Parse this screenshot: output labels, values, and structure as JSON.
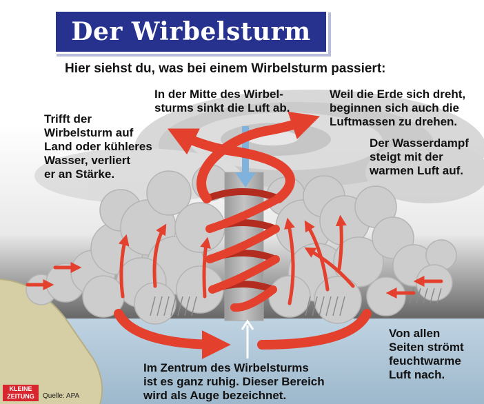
{
  "title": "Der Wirbelsturm",
  "subtitle": "Hier siehst du, was bei einem Wirbelsturm passiert:",
  "labels": {
    "center_sink": "In der Mitte des Wirbel-\nsturms sinkt die Luft ab.",
    "earth_rotates": "Weil die Erde sich dreht,\nbeginnen sich auch die\nLuftmassen zu drehen.",
    "land_weakens": "Trifft der\nWirbelsturm auf\nLand oder kühleres\nWasser, verliert\ner an Stärke.",
    "vapor_rises": "Der Wasserdampf\nsteigt mit der\nwarmen Luft auf.",
    "inflow": "Von allen\nSeiten strömt\nfeuchtwarme\nLuft nach.",
    "eye_calm": "Im Zentrum des Wirbelsturms\nist es ganz ruhig. Dieser Bereich\nwird als Auge bezeichnet."
  },
  "logo": {
    "line1": "KLEINE",
    "line2": "ZEITUNG"
  },
  "source": "Quelle: APA",
  "colors": {
    "title_bg": "#26328e",
    "arrow_red": "#e3402e",
    "downdraft_blue": "#7fb2dc",
    "sea": "#a9c3d6",
    "land": "#d6cfa6",
    "cloud": "#c9c9c9"
  }
}
